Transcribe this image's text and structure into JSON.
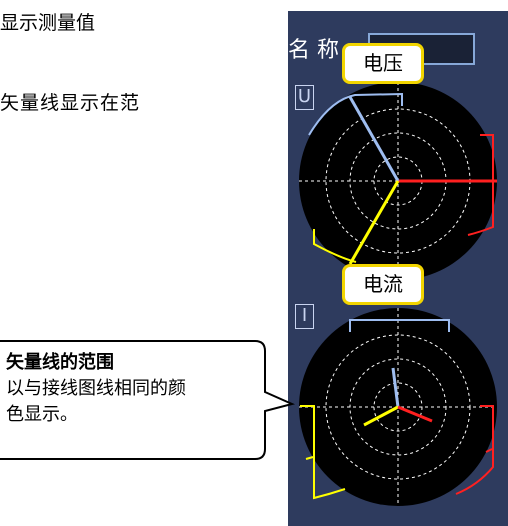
{
  "left_text": {
    "line1": "显示测量值",
    "line2": "矢量线显示在范"
  },
  "panel": {
    "name_label": "名 称",
    "voltage_channel": "U",
    "current_channel": "I"
  },
  "callouts": {
    "voltage": "电压",
    "current": "电流"
  },
  "info_callout": {
    "title": "矢量线的范围",
    "line1": "以与接线图线相同的颜",
    "line2": "色显示。"
  },
  "colors": {
    "panel_bg": "#2e3b5e",
    "phase1": "#ff2020",
    "phase2": "#ffff00",
    "phase3": "#9ebdf0",
    "callout_border": "#f2d500"
  }
}
